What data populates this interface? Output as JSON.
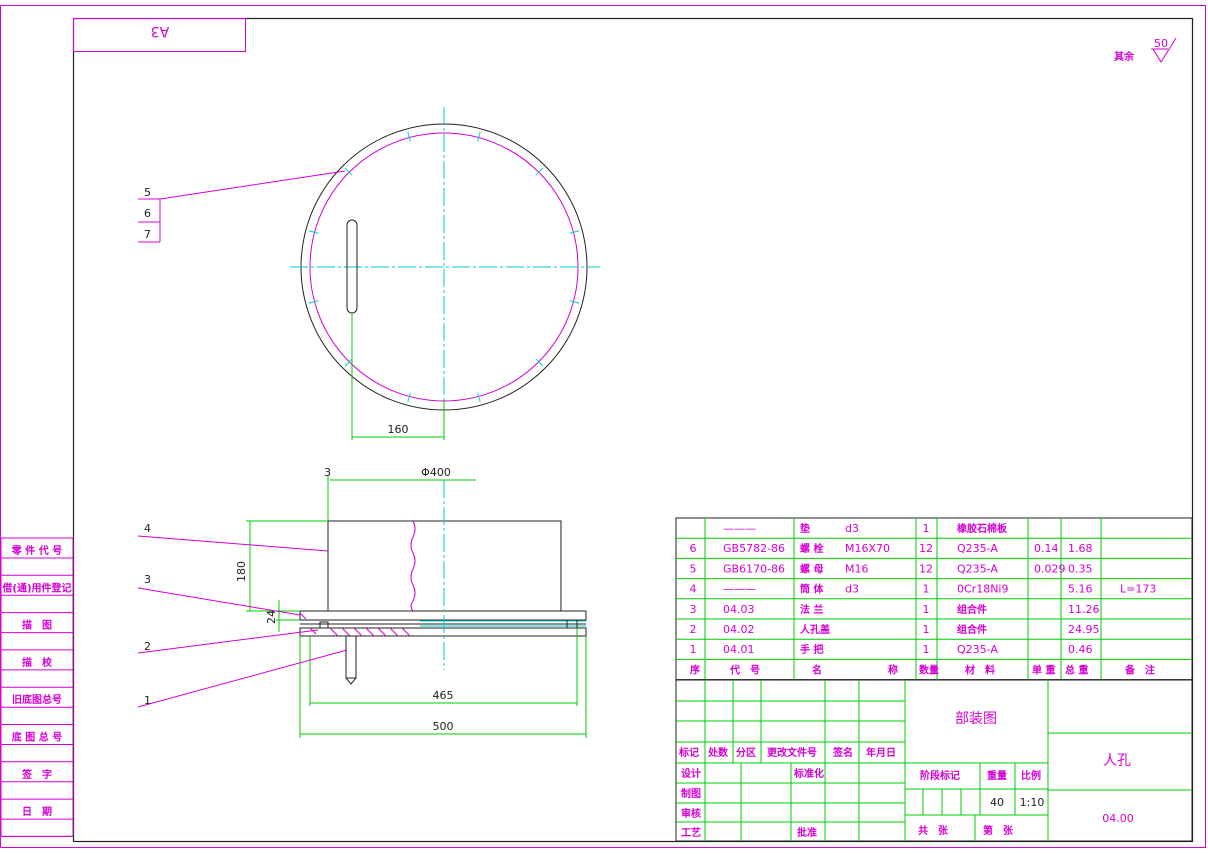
{
  "sheet": {
    "format_label": "A3",
    "surface_note": "其余",
    "roughness_value": "50"
  },
  "leaders": {
    "top_view": [
      "5",
      "6",
      "7"
    ],
    "section_view": [
      "4",
      "3",
      "2",
      "1"
    ]
  },
  "dimensions": {
    "handle_offset": "160",
    "wall_thickness": "3",
    "diameter": "Φ400",
    "height": "180",
    "flange_thickness": "24",
    "bolt_circle": "465",
    "flange_diameter": "500"
  },
  "left_strip": [
    "零 件 代 号",
    "借(通)用件登记",
    "描　图",
    "描　校",
    "旧底图总号",
    "底 图 总 号",
    "签　字",
    "日　期"
  ],
  "bom": {
    "rows": [
      {
        "no": "",
        "code": "———",
        "name": "垫",
        "spec": "d3",
        "qty": "1",
        "material": "橡胶石棉板",
        "unit": "",
        "total": "",
        "note": ""
      },
      {
        "no": "6",
        "code": "GB5782-86",
        "name": "螺 栓",
        "spec": "M16X70",
        "qty": "12",
        "material": "Q235-A",
        "unit": "0.14",
        "total": "1.68",
        "note": ""
      },
      {
        "no": "5",
        "code": "GB6170-86",
        "name": "螺 母",
        "spec": "M16",
        "qty": "12",
        "material": "Q235-A",
        "unit": "0.029",
        "total": "0.35",
        "note": ""
      },
      {
        "no": "4",
        "code": "———",
        "name": "筒 体",
        "spec": "d3",
        "qty": "1",
        "material": "0Cr18Ni9",
        "unit": "",
        "total": "5.16",
        "note": "L=173"
      },
      {
        "no": "3",
        "code": "04.03",
        "name": "法 兰",
        "spec": "",
        "qty": "1",
        "material": "组合件",
        "unit": "",
        "total": "11.26",
        "note": ""
      },
      {
        "no": "2",
        "code": "04.02",
        "name": "人孔盖",
        "spec": "",
        "qty": "1",
        "material": "组合件",
        "unit": "",
        "total": "24.95",
        "note": ""
      },
      {
        "no": "1",
        "code": "04.01",
        "name": "手 把",
        "spec": "",
        "qty": "1",
        "material": "Q235-A",
        "unit": "",
        "total": "0.46",
        "note": ""
      }
    ],
    "header": {
      "no": "序",
      "code": "代　号",
      "name_a": "名",
      "name_b": "称",
      "qty": "数量",
      "material": "材　料",
      "unit": "单 重",
      "total": "总 重",
      "note": "备　注"
    }
  },
  "title_block": {
    "rev_headers": [
      "标记",
      "处数",
      "分区",
      "更改文件号",
      "签名",
      "年月日"
    ],
    "roles": [
      "设计",
      "制图",
      "审核",
      "工艺"
    ],
    "standardization": "标准化",
    "approval": "批准",
    "drawing_kind": "部装图",
    "stage_mark": "阶段标记",
    "weight_label": "重量",
    "scale_label": "比例",
    "weight_value": "40",
    "scale_value": "1:10",
    "sheets_total": "共　张",
    "sheet_no": "第　张",
    "part_name": "人孔",
    "drawing_no": "04.00"
  }
}
